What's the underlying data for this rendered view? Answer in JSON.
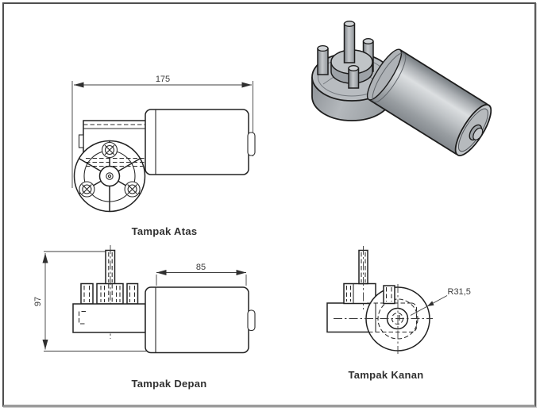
{
  "drawing": {
    "labels": {
      "top_view": "Tampak Atas",
      "front_view": "Tampak Depan",
      "right_view": "Tampak Kanan"
    },
    "dimensions": {
      "overall_length": "175",
      "overall_height": "97",
      "motor_body_length": "85",
      "motor_radius": "R31,5"
    },
    "colors": {
      "line": "#222222",
      "dimension": "#3c3c3c",
      "label_text": "#303030",
      "sheet_border": "#4e4e4e",
      "shade_light": "#dcdfe1",
      "shade_mid": "#b3b7bb",
      "shade_dark": "#84898e",
      "background": "#ffffff"
    }
  }
}
